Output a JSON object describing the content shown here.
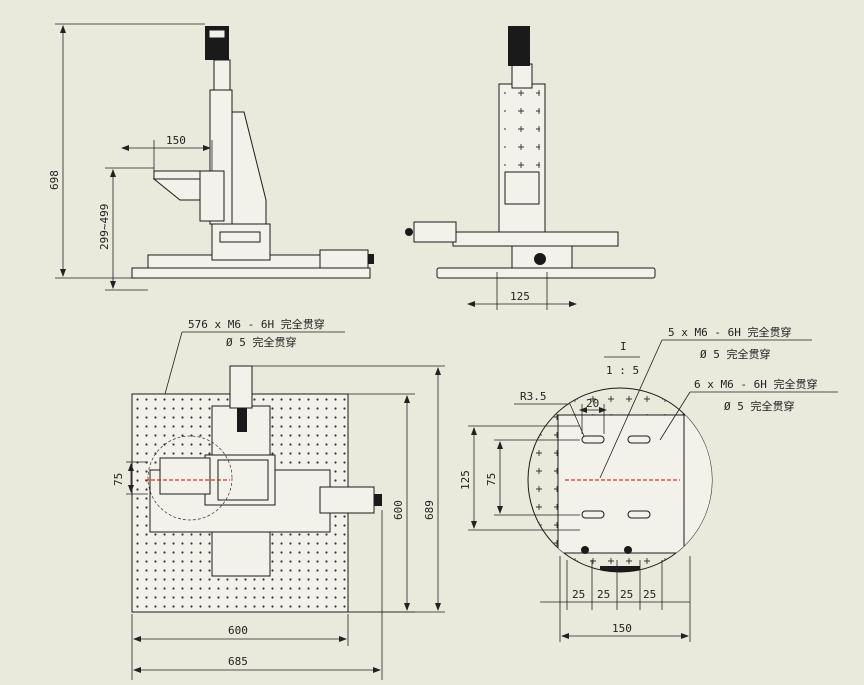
{
  "drawing": {
    "front_view": {
      "dim_height": "698",
      "dim_stroke": "299~499",
      "dim_arm": "150"
    },
    "side_view": {
      "dim_width": "125"
    },
    "top_view": {
      "note_holes_line1": "576 x  M6 - 6H 完全贯穿",
      "note_holes_line2": "Ø 5 完全贯穿",
      "dim_slot": "75",
      "dim_inner_height": "600",
      "dim_outer_height": "689",
      "dim_inner_width": "600",
      "dim_outer_width": "685"
    },
    "detail_view": {
      "label": "I",
      "scale": "1 : 5",
      "note_a_line1": "5 x  M6 - 6H 完全贯穿",
      "note_a_line2": "Ø 5 完全贯穿",
      "note_b_line1": "6 x  M6 - 6H 完全贯穿",
      "note_b_line2": "Ø 5 完全贯穿",
      "dim_radius": "R3.5",
      "dim_slot_len": "20",
      "dim_outer": "125",
      "dim_inner": "75",
      "dim_pitch": [
        "25",
        "25",
        "25",
        "25"
      ],
      "dim_width": "150"
    }
  }
}
